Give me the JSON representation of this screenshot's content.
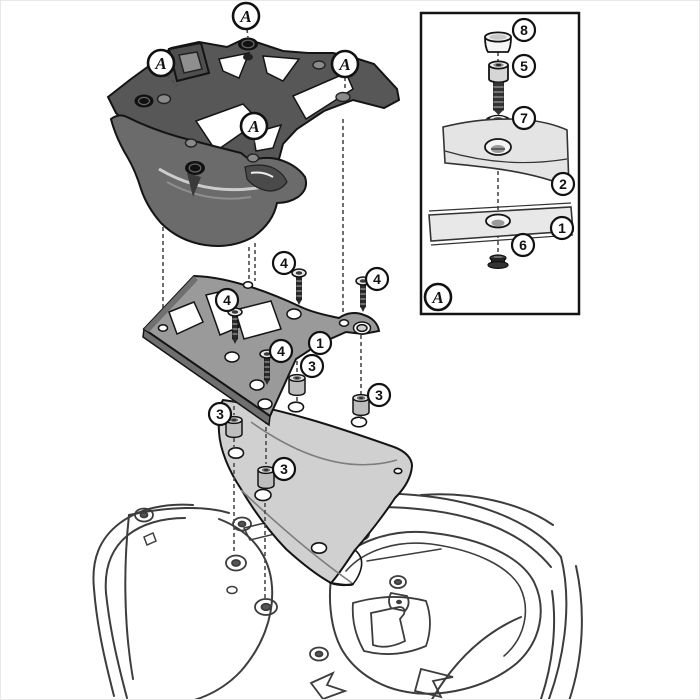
{
  "diagram": {
    "description": "Exploded assembly diagram: scooter top-case rack mounting kit with hardware detail inset"
  },
  "labels": {
    "a": "A",
    "n1": "1",
    "n2": "2",
    "n3": "3",
    "n4": "4",
    "n5": "5",
    "n6": "6",
    "n7": "7",
    "n8": "8"
  },
  "inset": {
    "corner_label": "A",
    "parts_top_to_bottom": [
      "8",
      "5",
      "7",
      "2",
      "1",
      "6"
    ]
  },
  "callouts": [
    {
      "id": "inset-part-8",
      "label": "8"
    },
    {
      "id": "inset-part-5",
      "label": "5"
    },
    {
      "id": "inset-part-7",
      "label": "7"
    },
    {
      "id": "inset-part-2",
      "label": "2"
    },
    {
      "id": "inset-part-1",
      "label": "1"
    },
    {
      "id": "inset-part-6",
      "label": "6"
    },
    {
      "id": "screw-4-top",
      "label": "4"
    },
    {
      "id": "screw-4-right",
      "label": "4"
    },
    {
      "id": "screw-4-left",
      "label": "4"
    },
    {
      "id": "screw-4-center",
      "label": "4"
    },
    {
      "id": "bracket-plate-1",
      "label": "1"
    },
    {
      "id": "spacer-3-a",
      "label": "3"
    },
    {
      "id": "spacer-3-b",
      "label": "3"
    },
    {
      "id": "spacer-3-c",
      "label": "3"
    },
    {
      "id": "spacer-3-d",
      "label": "3"
    },
    {
      "id": "marker-a-top",
      "label": "A"
    },
    {
      "id": "marker-a-left",
      "label": "A"
    },
    {
      "id": "marker-a-right",
      "label": "A"
    },
    {
      "id": "marker-a-center",
      "label": "A"
    },
    {
      "id": "marker-a-inset",
      "label": "A"
    }
  ],
  "colors": {
    "plate_dark": "#575757",
    "plate_lip": "#6b6b6b",
    "bracket_gray": "#9a9a9a",
    "cover_gray": "#d0d0d0",
    "inset_plate": "#e4e4e4",
    "outline": "#141414",
    "background": "#ffffff"
  }
}
